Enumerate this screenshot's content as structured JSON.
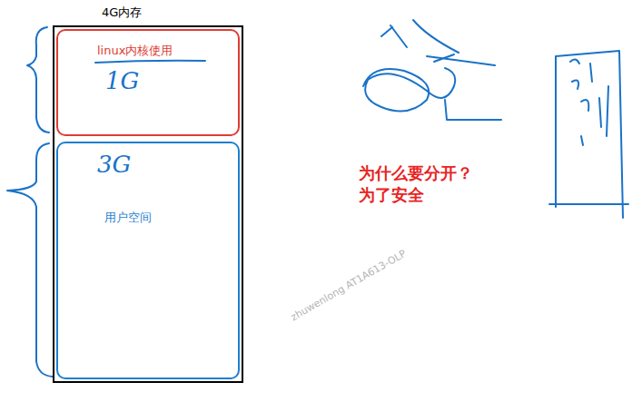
{
  "diagram": {
    "nodes": [
      {
        "text": [
          "4G内存"
        ]
      },
      {
        "text": [
          "linux内核使用",
          "1G"
        ],
        "in": 0
      },
      {
        "text": [
          "3G",
          "用户空间"
        ],
        "in": 0
      }
    ],
    "labels": [
      "为什么要分开？",
      "为了安全",
      "zhuwenlong AT1A613-OLP"
    ]
  }
}
